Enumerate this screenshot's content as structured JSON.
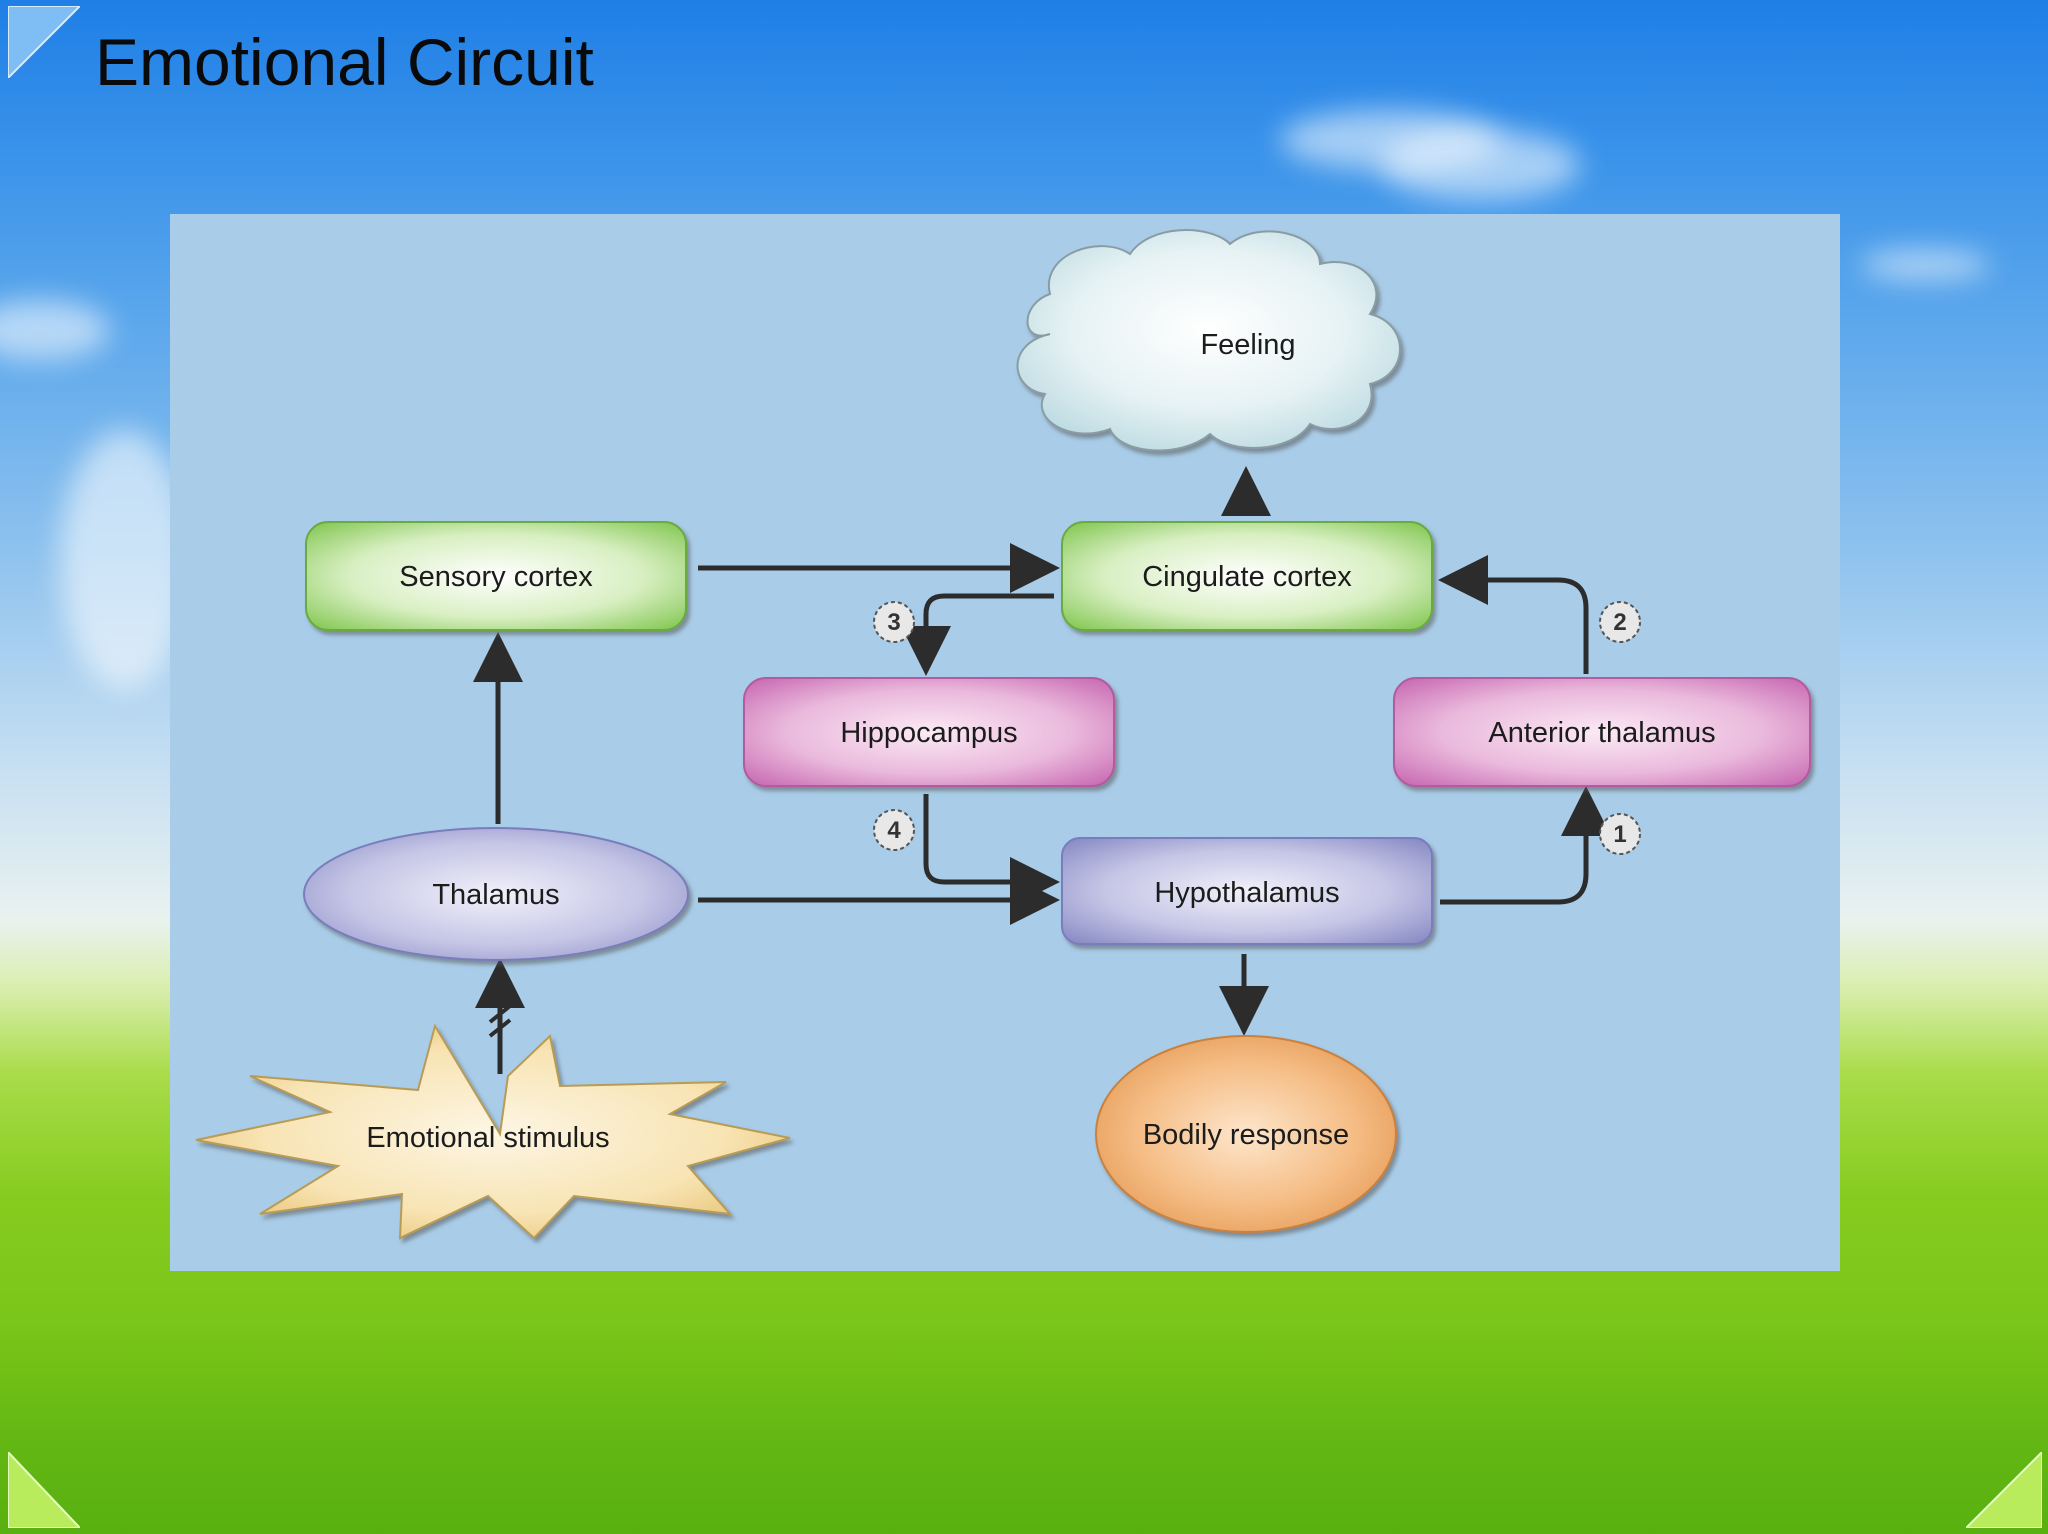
{
  "slide": {
    "title": "Emotional Circuit"
  },
  "diagram": {
    "nodes": {
      "feeling": "Feeling",
      "cingulate_cortex": "Cingulate cortex",
      "sensory_cortex": "Sensory cortex",
      "hippocampus": "Hippocampus",
      "anterior_thalamus": "Anterior thalamus",
      "thalamus": "Thalamus",
      "hypothalamus": "Hypothalamus",
      "emotional_stimulus": "Emotional stimulus",
      "bodily_response": "Bodily response"
    },
    "steps": {
      "one": "1",
      "two": "2",
      "three": "3",
      "four": "4"
    }
  },
  "colors": {
    "green_box": "#8fd05f",
    "pink_box": "#d98ec6",
    "purple_box": "#9c9fd0",
    "orange_ellipse": "#eba566",
    "star": "#f7dca0",
    "panel": "#a9cde9"
  }
}
